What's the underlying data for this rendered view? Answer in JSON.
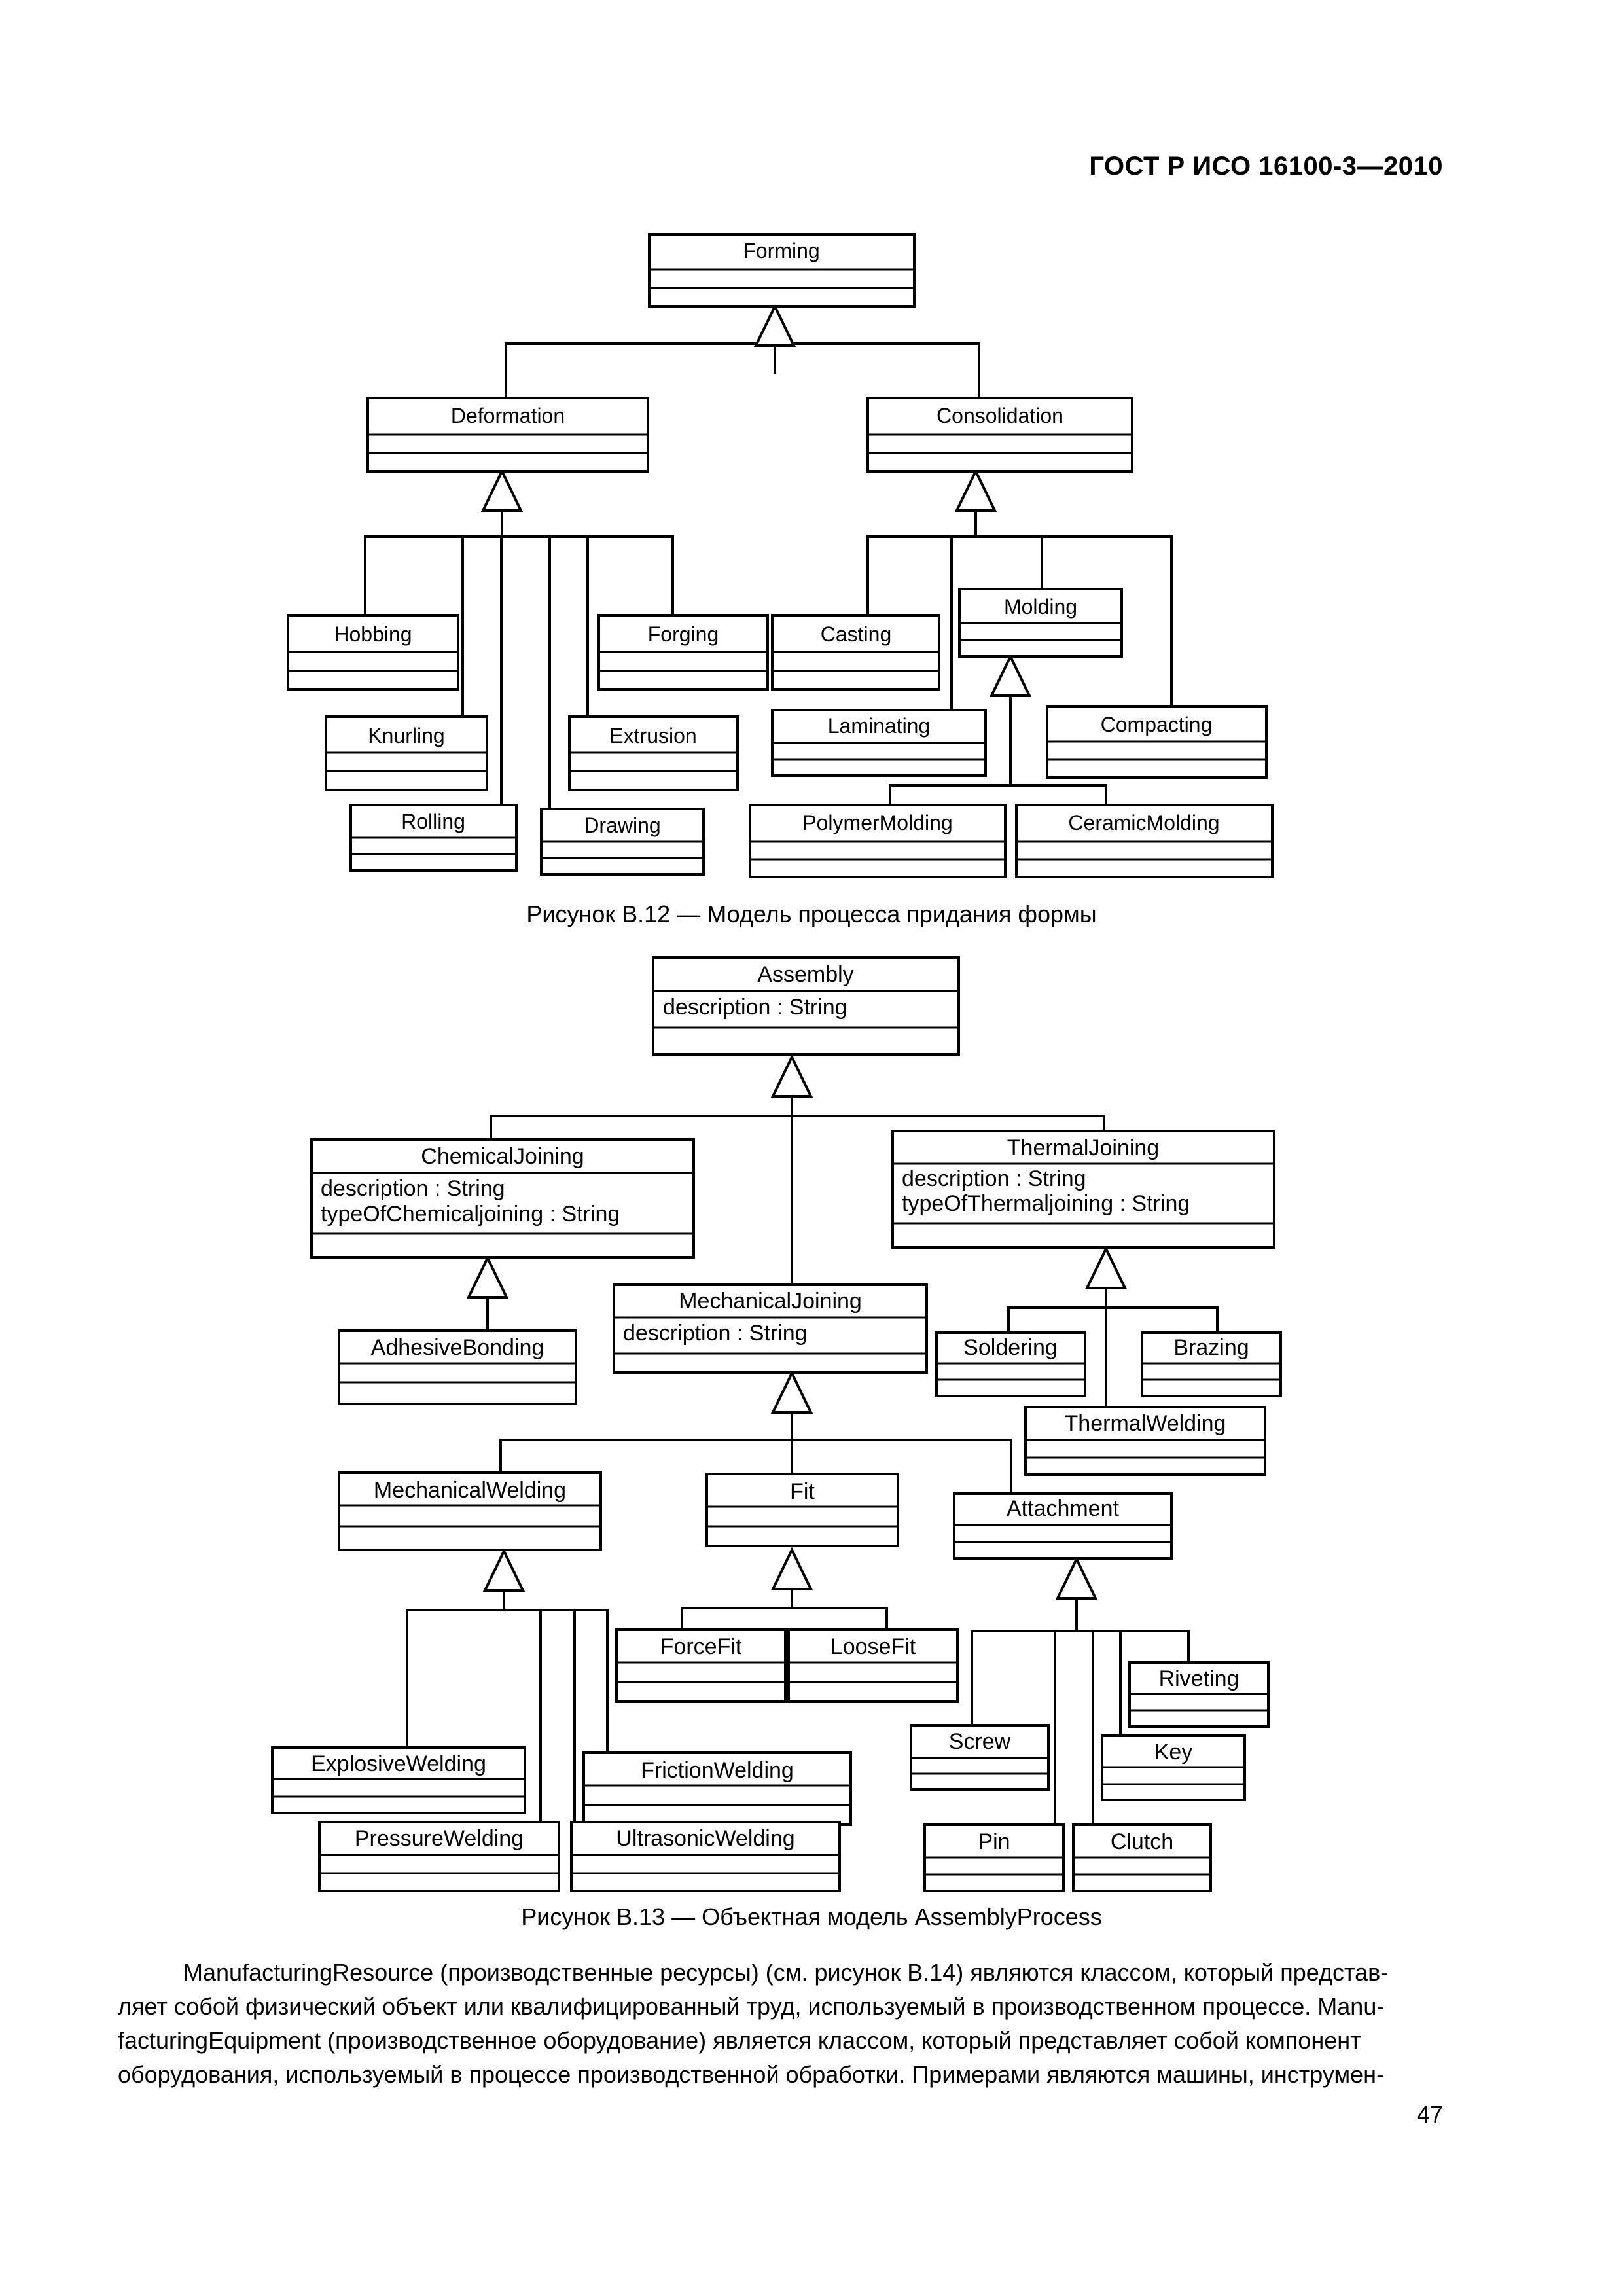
{
  "header": {
    "standard": "ГОСТ Р ИСО 16100-3—2010"
  },
  "figure_b12": {
    "caption": "Рисунок B.12 — Модель процесса придания формы",
    "classes": {
      "forming": "Forming",
      "deformation": "Deformation",
      "consolidation": "Consolidation",
      "hobbing": "Hobbing",
      "forging": "Forging",
      "knurling": "Knurling",
      "extrusion": "Extrusion",
      "rolling": "Rolling",
      "drawing": "Drawing",
      "casting": "Casting",
      "molding": "Molding",
      "laminating": "Laminating",
      "compacting": "Compacting",
      "polymer_molding": "PolymerMolding",
      "ceramic_molding": "CeramicMolding"
    }
  },
  "figure_b13": {
    "caption": "Рисунок B.13 — Объектная модель AssemblyProcess",
    "classes": {
      "assembly": {
        "name": "Assembly",
        "attributes": [
          "description : String"
        ]
      },
      "chemical_joining": {
        "name": "ChemicalJoining",
        "attributes": [
          "description : String",
          "typeOfChemicaljoining : String"
        ]
      },
      "thermal_joining": {
        "name": "ThermalJoining",
        "attributes": [
          "description : String",
          "typeOfThermaljoining : String"
        ]
      },
      "mechanical_joining": {
        "name": "MechanicalJoining",
        "attributes": [
          "description : String"
        ]
      },
      "adhesive_bonding": {
        "name": "AdhesiveBonding"
      },
      "soldering": {
        "name": "Soldering"
      },
      "brazing": {
        "name": "Brazing"
      },
      "thermal_welding": {
        "name": "ThermalWelding"
      },
      "mechanical_welding": {
        "name": "MechanicalWelding"
      },
      "fit": {
        "name": "Fit"
      },
      "attachment": {
        "name": "Attachment"
      },
      "force_fit": {
        "name": "ForceFit"
      },
      "loose_fit": {
        "name": "LooseFit"
      },
      "riveting": {
        "name": "Riveting"
      },
      "screw": {
        "name": "Screw"
      },
      "key": {
        "name": "Key"
      },
      "explosive_welding": {
        "name": "ExplosiveWelding"
      },
      "friction_welding": {
        "name": "FrictionWelding"
      },
      "pressure_welding": {
        "name": "PressureWelding"
      },
      "ultrasonic_welding": {
        "name": "UltrasonicWelding"
      },
      "pin": {
        "name": "Pin"
      },
      "clutch": {
        "name": "Clutch"
      }
    }
  },
  "body": {
    "lines": [
      "ManufacturingResource (производственные ресурсы) (см. рисунок B.14) являются классом, который представ-",
      "ляет собой физический объект или квалифицированный труд, используемый в производственном процессе. Manu-",
      "facturingEquipment (производственное оборудование) является классом, который представляет собой компонент",
      "оборудования, используемый в процессе производственной обработки. Примерами являются машины, инструмен-"
    ]
  },
  "page_number": "47"
}
